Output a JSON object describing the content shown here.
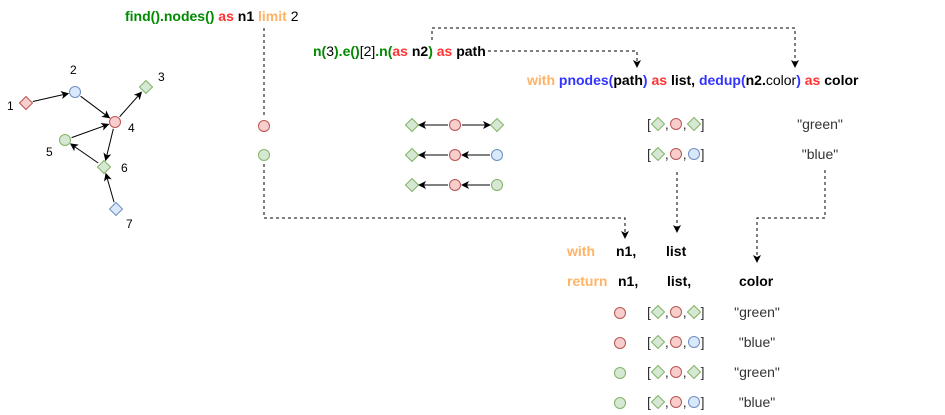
{
  "colors": {
    "red": {
      "fill": "#f8cecc",
      "stroke": "#b85450"
    },
    "blue": {
      "fill": "#dae8fc",
      "stroke": "#6c8ebf"
    },
    "green": {
      "fill": "#d5e8d4",
      "stroke": "#82b366"
    }
  },
  "graph": {
    "nodes": [
      {
        "label": "1",
        "shape": "diamond",
        "color": "red"
      },
      {
        "label": "2",
        "shape": "circle",
        "color": "blue"
      },
      {
        "label": "3",
        "shape": "diamond",
        "color": "green"
      },
      {
        "label": "4",
        "shape": "circle",
        "color": "red"
      },
      {
        "label": "5",
        "shape": "circle",
        "color": "green"
      },
      {
        "label": "6",
        "shape": "diamond",
        "color": "green"
      },
      {
        "label": "7",
        "shape": "diamond",
        "color": "blue"
      }
    ],
    "edges": [
      [
        "1",
        "2"
      ],
      [
        "2",
        "4"
      ],
      [
        "4",
        "3"
      ],
      [
        "5",
        "4"
      ],
      [
        "4",
        "6"
      ],
      [
        "6",
        "5"
      ],
      [
        "7",
        "6"
      ]
    ]
  },
  "query": {
    "find": [
      {
        "t": "find().nodes()",
        "r": "fn"
      },
      {
        "t": " as ",
        "r": "kw"
      },
      {
        "t": "n1",
        "r": "id"
      },
      {
        "t": " limit ",
        "r": "or"
      },
      {
        "t": "2",
        "r": "pl"
      }
    ],
    "path": [
      {
        "t": "n(",
        "r": "fn"
      },
      {
        "t": "3",
        "r": "pl"
      },
      {
        "t": ").e()",
        "r": "fn"
      },
      {
        "t": "[2]",
        "r": "pl"
      },
      {
        "t": ".n(",
        "r": "fn"
      },
      {
        "t": "as",
        "r": "kw"
      },
      {
        "t": " n2",
        "r": "id"
      },
      {
        "t": ")",
        "r": "fn"
      },
      {
        "t": " as ",
        "r": "kw"
      },
      {
        "t": "path",
        "r": "id"
      }
    ],
    "with1": [
      {
        "t": "with ",
        "r": "or"
      },
      {
        "t": "pnodes(",
        "r": "bl"
      },
      {
        "t": "path",
        "r": "id"
      },
      {
        "t": ")",
        "r": "bl"
      },
      {
        "t": " as ",
        "r": "kw"
      },
      {
        "t": "list, ",
        "r": "id"
      },
      {
        "t": "dedup(",
        "r": "bl"
      },
      {
        "t": "n2.",
        "r": "id"
      },
      {
        "t": "color",
        "r": "pl"
      },
      {
        "t": ")",
        "r": "bl"
      },
      {
        "t": " as ",
        "r": "kw"
      },
      {
        "t": "color",
        "r": "id"
      }
    ]
  },
  "n1_results": [
    {
      "shape": "circle",
      "color": "red"
    },
    {
      "shape": "circle",
      "color": "green"
    }
  ],
  "paths": [
    {
      "nodes": [
        {
          "shape": "diamond",
          "color": "green"
        },
        {
          "shape": "circle",
          "color": "red"
        },
        {
          "shape": "diamond",
          "color": "green"
        }
      ],
      "dirs": [
        "left",
        "right"
      ]
    },
    {
      "nodes": [
        {
          "shape": "diamond",
          "color": "green"
        },
        {
          "shape": "circle",
          "color": "red"
        },
        {
          "shape": "circle",
          "color": "blue"
        }
      ],
      "dirs": [
        "left",
        "left"
      ]
    },
    {
      "nodes": [
        {
          "shape": "diamond",
          "color": "green"
        },
        {
          "shape": "circle",
          "color": "red"
        },
        {
          "shape": "circle",
          "color": "green"
        }
      ],
      "dirs": [
        "left",
        "left"
      ]
    }
  ],
  "with_results": [
    {
      "list": [
        "green-diamond",
        "red-circle",
        "green-diamond"
      ],
      "color": "\"green\""
    },
    {
      "list": [
        "green-diamond",
        "red-circle",
        "blue-circle"
      ],
      "color": "\"blue\""
    }
  ],
  "final": {
    "with_kw": "with",
    "with_n1": "n1,",
    "with_list": "list",
    "return_kw": "return",
    "return_n1": "n1,",
    "return_list": "list,",
    "return_color": "color",
    "rows": [
      {
        "n1": "red",
        "list": [
          "green-diamond",
          "red-circle",
          "green-diamond"
        ],
        "color": "\"green\""
      },
      {
        "n1": "red",
        "list": [
          "green-diamond",
          "red-circle",
          "blue-circle"
        ],
        "color": "\"blue\""
      },
      {
        "n1": "green",
        "list": [
          "green-diamond",
          "red-circle",
          "green-diamond"
        ],
        "color": "\"green\""
      },
      {
        "n1": "green",
        "list": [
          "green-diamond",
          "red-circle",
          "blue-circle"
        ],
        "color": "\"blue\""
      }
    ]
  }
}
